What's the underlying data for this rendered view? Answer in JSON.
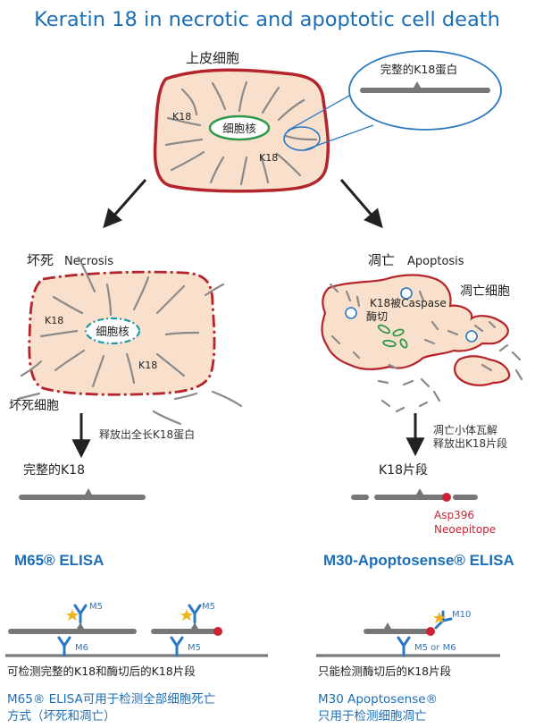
{
  "title": "Keratin 18 in necrotic and apoptotic cell death",
  "top": {
    "cell_label": "上皮细胞",
    "nucleus_label": "细胞核",
    "k18_label_a": "K18",
    "k18_label_b": "K18",
    "zoom_label": "完整的K18蛋白"
  },
  "necrosis": {
    "heading_cn": "坏死",
    "heading_en": "Necrosis",
    "nucleus_label": "细胞核",
    "k18_label_a": "K18",
    "k18_label_b": "K18",
    "cell_label": "坏死细胞",
    "release_label": "释放出全长K18蛋白",
    "result_label": "完整的K18",
    "assay_title": "M65® ELISA",
    "m5_label_1": "M5",
    "m6_label": "M6",
    "m5_label_2": "M5",
    "m5_label_3": "M5",
    "detects": "可检测完整的K18和酶切后的K18片段",
    "summary_line1": "M65® ELISA可用于检测全部细胞死亡",
    "summary_line2": "方式（坏死和凋亡）"
  },
  "apoptosis": {
    "heading_cn": "凋亡",
    "heading_en": "Apoptosis",
    "cell_label": "凋亡细胞",
    "caspase_line1": "K18被Caspase",
    "caspase_line2": "酶切",
    "release_line1": "凋亡小体瓦解",
    "release_line2": "释放出K18片段",
    "result_label": "K18片段",
    "neo_line1": "Asp396",
    "neo_line2": "Neoepitope",
    "assay_title": "M30-Apoptosense® ELISA",
    "m10_label": "M10",
    "m5_or_m6_label": "M5 or M6",
    "detects": "只能检测酶切后的K18片段",
    "summary_line1": "M30 Apoptosense®",
    "summary_line2": "只用于检测细胞凋亡"
  },
  "colors": {
    "title_blue": "#1c6fb6",
    "cell_fill": "#f9e0cc",
    "cell_border": "#b5242a",
    "nucleus_green": "#2f9a4a",
    "filament_gray": "#888888",
    "epitope_red": "#cc2233",
    "antibody_blue": "#2a78c2",
    "star_yellow": "#f0b21c"
  }
}
